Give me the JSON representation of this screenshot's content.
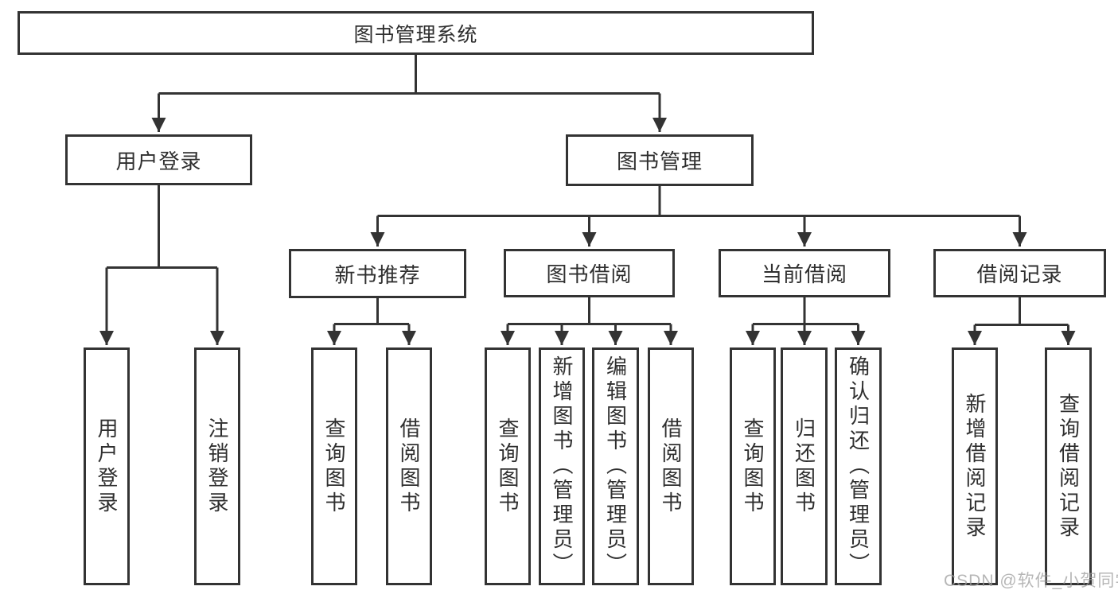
{
  "tree": {
    "root": "图书管理系统",
    "children": [
      {
        "label": "用户登录",
        "children": [
          "用户登录",
          "注销登录"
        ]
      },
      {
        "label": "图书管理",
        "children": [
          {
            "label": "新书推荐",
            "children": [
              "查询图书",
              "借阅图书"
            ]
          },
          {
            "label": "图书借阅",
            "children": [
              "查询图书",
              "新增图书（管理员）",
              "编辑图书（管理员）",
              "借阅图书"
            ]
          },
          {
            "label": "当前借阅",
            "children": [
              "查询图书",
              "归还图书",
              "确认归还（管理员）"
            ]
          },
          {
            "label": "借阅记录",
            "children": [
              "新增借阅记录",
              "查询借阅记录"
            ]
          }
        ]
      }
    ]
  },
  "watermark": "CSDN @软件_小贺同学",
  "colors": {
    "line": "#333333",
    "text": "#2f2f2f",
    "watermark": "#9e9e9e",
    "background": "#ffffff"
  }
}
